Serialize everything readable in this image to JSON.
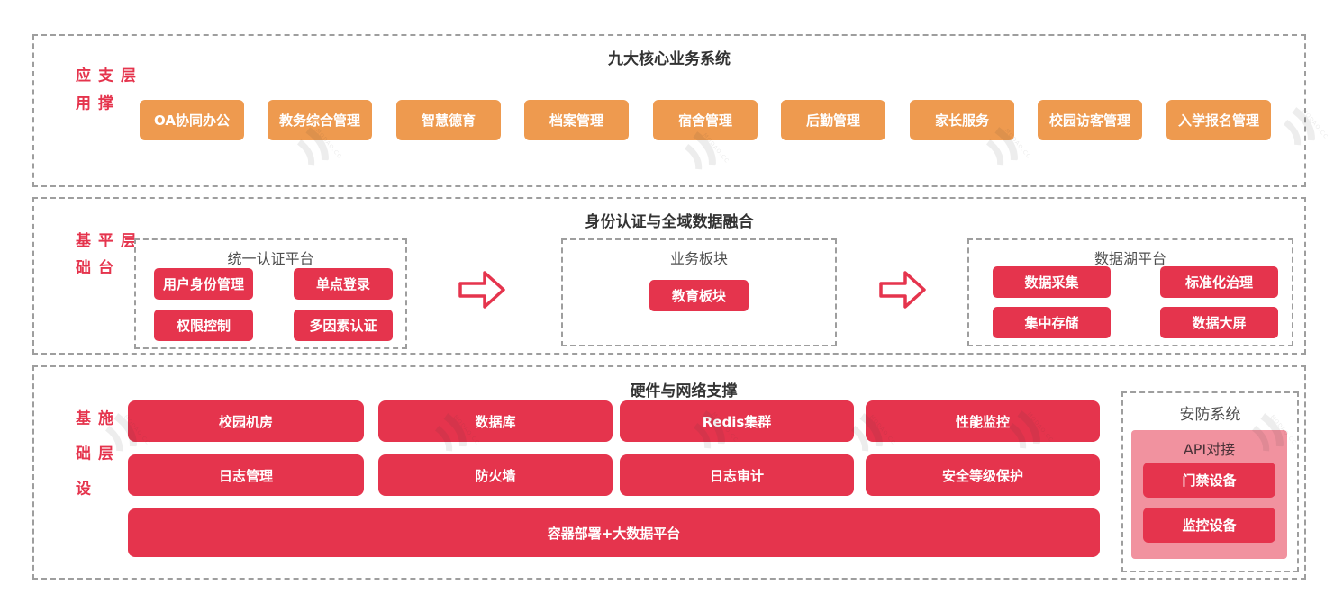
{
  "colors": {
    "orange": "#EE9A4F",
    "red": "#E5344D",
    "pink": "#F1929F",
    "border-gray": "#9E9E9E",
    "title-dark": "#333333",
    "subtitle-gray": "#4F4F4F"
  },
  "watermark": {
    "text": "MODAO.CC"
  },
  "layers": [
    {
      "label": "应用支撑层",
      "title": "九大核心业务系统",
      "buttons": [
        "OA协同办公",
        "教务综合管理",
        "智慧德育",
        "档案管理",
        "宿舍管理",
        "后勤管理",
        "家长服务",
        "校园访客管理",
        "入学报名管理"
      ]
    },
    {
      "label": "基础平台层",
      "title": "身份认证与全域数据融合",
      "groups": [
        {
          "title": "统一认证平台",
          "buttons": [
            "用户身份管理",
            "单点登录",
            "权限控制",
            "多因素认证"
          ]
        },
        {
          "title": "业务板块",
          "buttons": [
            "教育板块"
          ]
        },
        {
          "title": "数据湖平台",
          "buttons": [
            "数据采集",
            "标准化治理",
            "集中存储",
            "数据大屏"
          ]
        }
      ]
    },
    {
      "label": "基础设施层",
      "title": "硬件与网络支撑",
      "buttons": [
        "校园机房",
        "数据库",
        "Redis集群",
        "性能监控",
        "日志管理",
        "防火墙",
        "日志审计",
        "安全等级保护"
      ],
      "wide_button": "容器部署+大数据平台",
      "security": {
        "title": "安防系统",
        "subtitle": "API对接",
        "buttons": [
          "门禁设备",
          "监控设备"
        ]
      }
    }
  ]
}
